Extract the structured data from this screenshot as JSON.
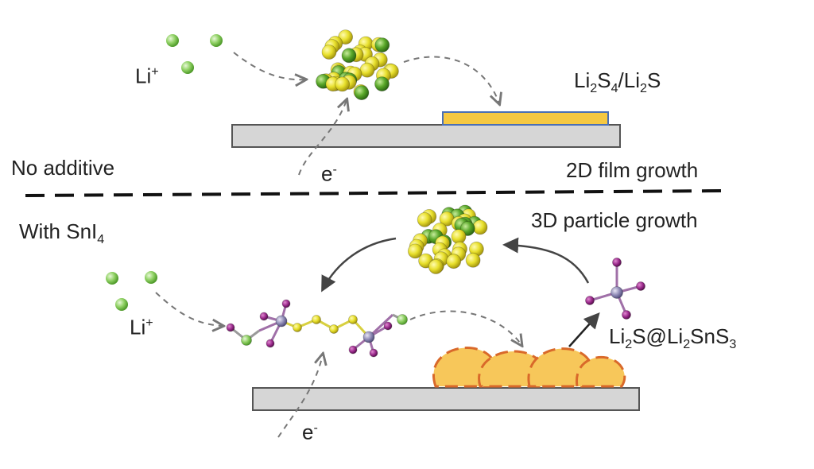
{
  "top": {
    "ion_label": "Li",
    "ion_sup": "+",
    "electron_label": "e",
    "electron_sup": "-",
    "condition": "No additive",
    "growth_mode": "2D film growth",
    "product": {
      "el1": "Li",
      "sub1": "2",
      "el2": "S",
      "sub2": "4",
      "sep": "/",
      "el3": "Li",
      "sub3": "2",
      "el4": "S"
    }
  },
  "bottom": {
    "condition_main": "With SnI",
    "condition_sub": "4",
    "growth_mode": "3D particle growth",
    "ion_label": "Li",
    "ion_sup": "+",
    "electron_label": "e",
    "electron_sup": "-",
    "product": {
      "el1": "Li",
      "sub1": "2",
      "el2": "S@Li",
      "sub2": "2",
      "el3": "SnS",
      "sub3": "3"
    }
  },
  "colors": {
    "li_ion": "#7ec850",
    "sulfur": "#e8e02c",
    "lithium_in_cluster": "#5aa82a",
    "iodine": "#9b2a8c",
    "tin": "#8c88b4",
    "film": "#f5c842",
    "particle": "#f7c75a",
    "particle_outline": "#d9692a",
    "substrate": "#d6d6d6"
  }
}
